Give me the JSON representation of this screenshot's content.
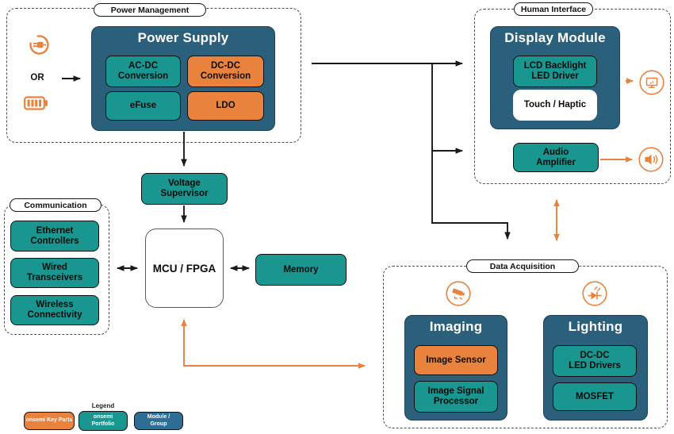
{
  "colors": {
    "blue": "#2A607C",
    "teal": "#18968F",
    "orange": "#E8823C",
    "line": "#1a1a1a",
    "dash": "#4d4d4d"
  },
  "power_management": {
    "label": "Power Management",
    "or_label": "OR",
    "power_supply_title": "Power Supply",
    "ac_dc": "AC-DC Conversion",
    "dc_dc": "DC-DC Conversion",
    "efuse": "eFuse",
    "ldo": "LDO"
  },
  "human_interface": {
    "label": "Human Interface",
    "display_module_title": "Display Module",
    "lcd": "LCD Backlight\nLED Driver",
    "touch": "Touch / Haptic",
    "audio": "Audio\nAmplifier"
  },
  "communication": {
    "label": "Communication",
    "ethernet": "Ethernet\nControllers",
    "wired": "Wired\nTransceivers",
    "wireless": "Wireless\nConnectivity"
  },
  "core": {
    "voltage_supervisor": "Voltage\nSupervisor",
    "mcu": "MCU / FPGA",
    "memory": "Memory"
  },
  "data_acquisition": {
    "label": "Data Acquisition",
    "imaging_title": "Imaging",
    "image_sensor": "Image Sensor",
    "isp": "Image Signal\nProcessor",
    "lighting_title": "Lighting",
    "dcdc_led": "DC-DC\nLED Drivers",
    "mosfet": "MOSFET"
  },
  "legend": {
    "title": "Legend",
    "key_parts": "onsemi Key Parts",
    "portfolio": "onsemi\nPortfolio",
    "module_group": "Module /\nGroup"
  }
}
